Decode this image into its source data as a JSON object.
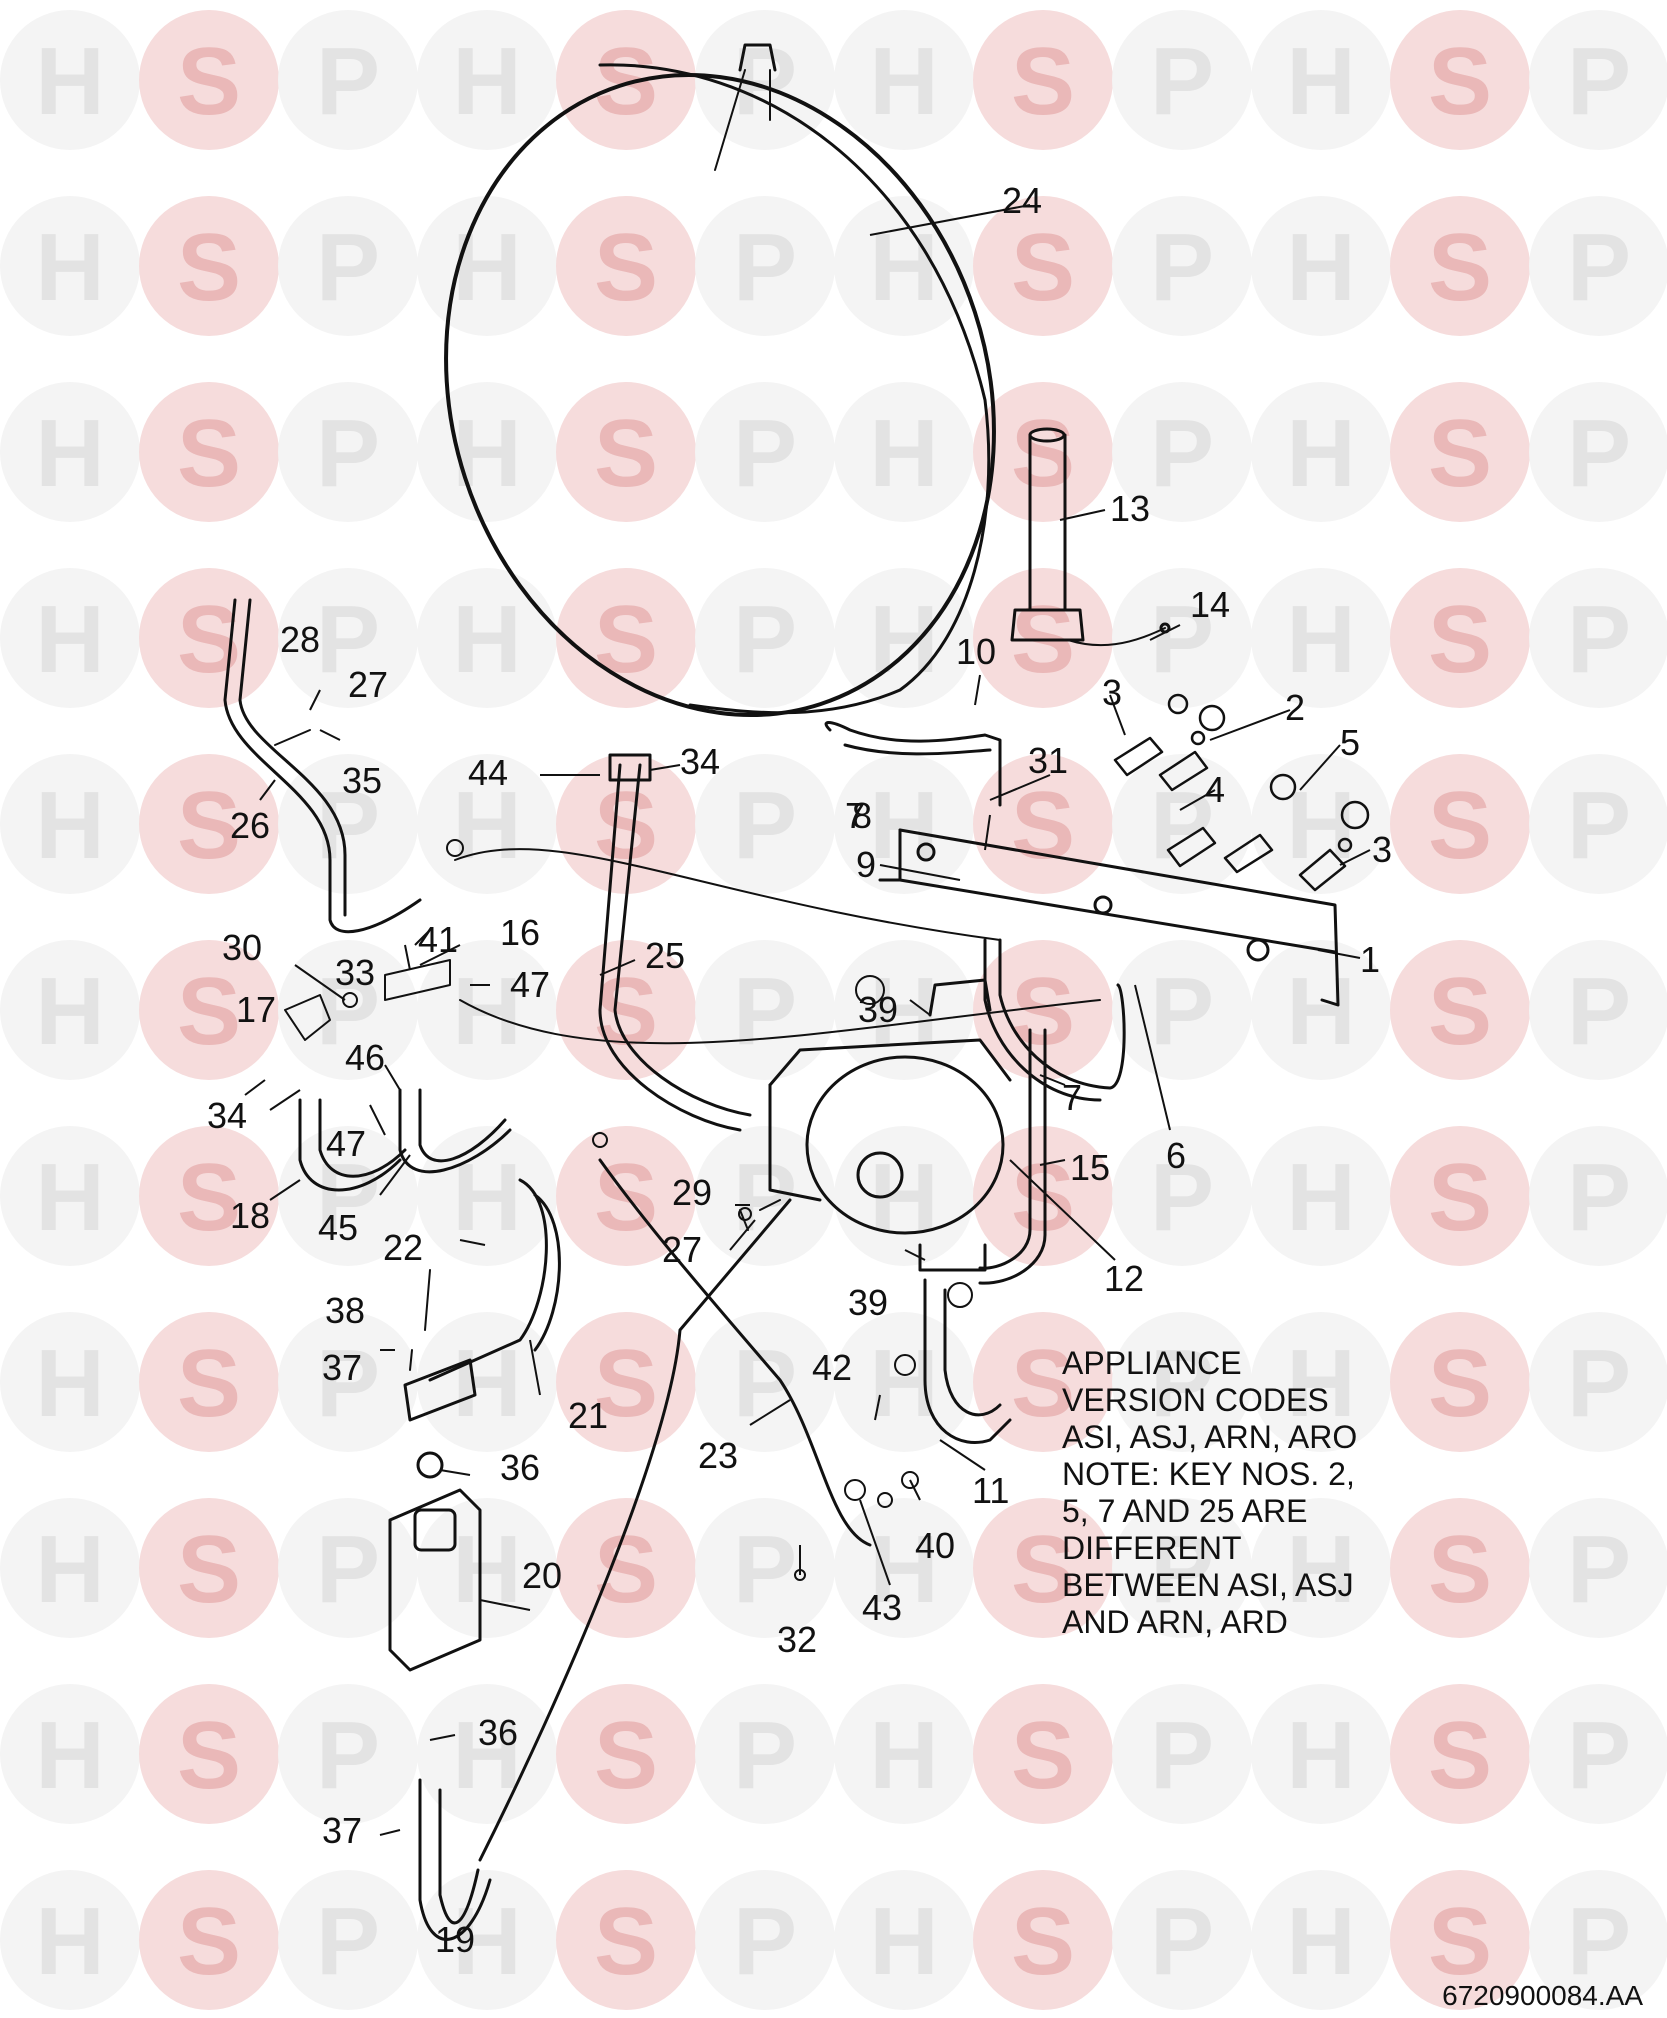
{
  "watermark": {
    "letters": [
      "H",
      "S",
      "P"
    ],
    "color_h_p": "#e3e3e3",
    "color_s": "#f6dcdc"
  },
  "callouts": [
    "1",
    "2",
    "3",
    "3",
    "4",
    "5",
    "6",
    "7",
    "7",
    "8",
    "9",
    "10",
    "11",
    "12",
    "13",
    "14",
    "15",
    "16",
    "17",
    "18",
    "19",
    "20",
    "21",
    "22",
    "23",
    "24",
    "25",
    "26",
    "27",
    "27",
    "28",
    "29",
    "30",
    "31",
    "32",
    "33",
    "34",
    "34",
    "35",
    "36",
    "36",
    "37",
    "37",
    "38",
    "39",
    "39",
    "40",
    "41",
    "42",
    "43",
    "44",
    "45",
    "46",
    "47",
    "47"
  ],
  "note": {
    "lines": [
      "APPLIANCE",
      "VERSION CODES",
      "ASI, ASJ, ARN, ARO",
      "NOTE: KEY NOS. 2,",
      "5, 7 AND 25 ARE",
      "DIFFERENT",
      "BETWEEN ASI, ASJ",
      "AND ARN, ARD"
    ]
  },
  "doc_ref": "6720900084.AA"
}
